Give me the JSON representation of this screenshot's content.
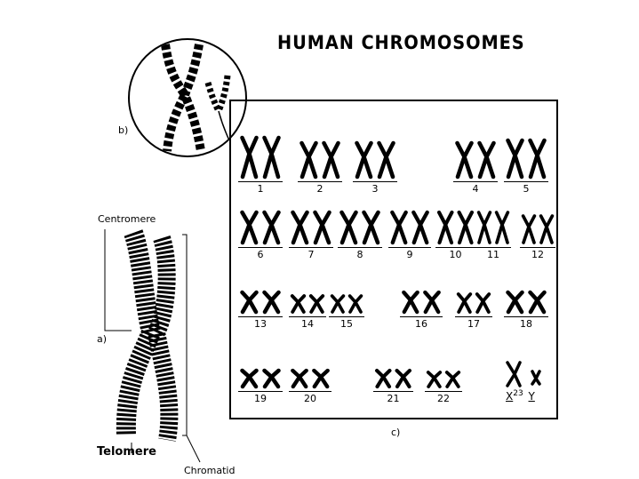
{
  "title": "HUMAN CHROMOSOMES",
  "labels": {
    "b": "b)",
    "a": "a)",
    "c": "c)",
    "centromere": "Centromere",
    "telomere": "Telomere",
    "chromatid": "Chromatid"
  },
  "karyotype": {
    "pairs": [
      {
        "num": "1"
      },
      {
        "num": "2"
      },
      {
        "num": "3"
      },
      {
        "num": "4"
      },
      {
        "num": "5"
      },
      {
        "num": "6"
      },
      {
        "num": "7"
      },
      {
        "num": "8"
      },
      {
        "num": "9"
      },
      {
        "num": "10"
      },
      {
        "num": "11"
      },
      {
        "num": "12"
      },
      {
        "num": "13"
      },
      {
        "num": "14"
      },
      {
        "num": "15"
      },
      {
        "num": "16"
      },
      {
        "num": "17"
      },
      {
        "num": "18"
      },
      {
        "num": "19"
      },
      {
        "num": "20"
      },
      {
        "num": "21"
      },
      {
        "num": "22"
      }
    ],
    "sex": {
      "x": "X",
      "super": "23",
      "y": "Y"
    }
  },
  "colors": {
    "ink": "#000000",
    "paper": "#ffffff"
  }
}
